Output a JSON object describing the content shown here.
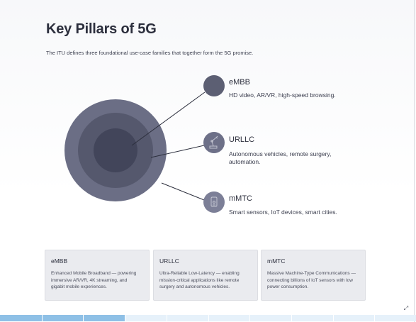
{
  "slide": {
    "title": "Key Pillars of 5G",
    "subtitle": "The ITU defines three foundational use-case families that together form the 5G promise."
  },
  "pillars": [
    {
      "title": "eMBB",
      "desc": "HD video, AR/VR, high-speed browsing.",
      "icon": "none",
      "color": "#5c5f73"
    },
    {
      "title": "URLLC",
      "desc_lines": [
        "Autonomous vehicles, remote surgery,",
        "automation."
      ],
      "icon": "robot-arm-icon",
      "color": "#6d7088"
    },
    {
      "title": "mMTC",
      "desc": "Smart sensors, IoT devices, smart cities.",
      "icon": "phone-sensor-icon",
      "color": "#7c7f97"
    }
  ],
  "rings": {
    "outer_color": "#6b6e85",
    "middle_color": "#55586d",
    "inner_color": "#42455a"
  },
  "cards": [
    {
      "title": "eMBB",
      "lines": [
        "Enhanced Mobile Broadband — powering",
        "immersive AR/VR, 4K streaming, and",
        "gigabit mobile experiences."
      ]
    },
    {
      "title": "URLLC",
      "lines": [
        "Ultra-Reliable Low-Latency — enabling",
        "mission-critical applications like remote",
        "surgery and autonomous vehicles."
      ]
    },
    {
      "title": "mMTC",
      "lines": [
        "Massive Machine-Type Communications —",
        "connecting billions of IoT sensors with low",
        "power consumption."
      ]
    }
  ],
  "progress": {
    "fraction": 0.3,
    "segments": 10
  },
  "controls": {
    "corner_icon": "fullscreen-icon"
  }
}
